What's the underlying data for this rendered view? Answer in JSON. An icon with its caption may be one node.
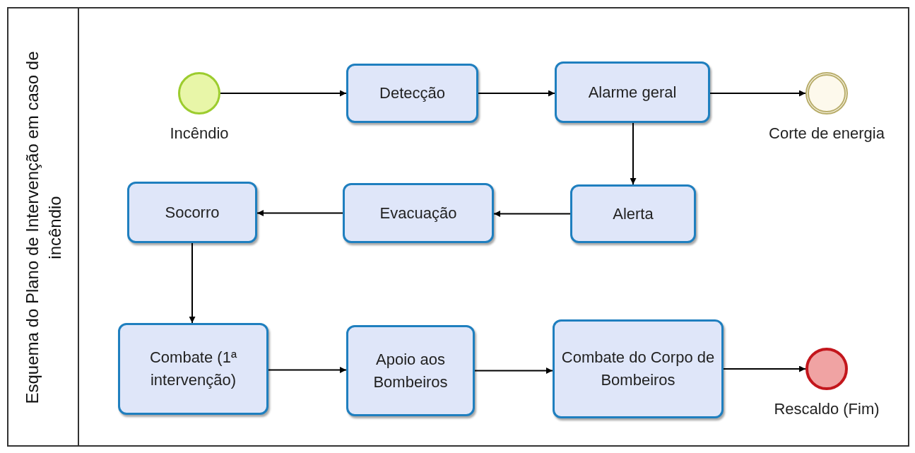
{
  "diagram": {
    "nodes": [
      {
        "text": [
          "Esquema do Plano de Intervenção em caso de incêndio"
        ]
      },
      {
        "text": [],
        "shape": "circle",
        "beside": [
          "Incêndio"
        ],
        "in": 0
      },
      {
        "text": [
          "Detecção"
        ],
        "in": 0
      },
      {
        "text": [
          "Alarme geral"
        ],
        "in": 0
      },
      {
        "text": [],
        "shape": "circle",
        "beside": [
          "Corte de energia"
        ],
        "in": 0
      },
      {
        "text": [
          "Socorro"
        ],
        "in": 0
      },
      {
        "text": [
          "Evacuação"
        ],
        "in": 0
      },
      {
        "text": [
          "Alerta"
        ],
        "in": 0
      },
      {
        "text": [
          "Combate (1ª intervenção)"
        ],
        "in": 0
      },
      {
        "text": [
          "Apoio aos Bombeiros"
        ],
        "in": 0
      },
      {
        "text": [
          "Combate do Corpo de Bombeiros"
        ],
        "in": 0
      },
      {
        "text": [],
        "shape": "circle",
        "beside": [
          "Rescaldo (Fim)"
        ],
        "in": 0
      }
    ],
    "edges": [
      {
        "from": 1,
        "to": 2,
        "arrow": "to"
      },
      {
        "from": 2,
        "to": 3,
        "arrow": "to"
      },
      {
        "from": 3,
        "to": 4,
        "arrow": "to"
      },
      {
        "from": 3,
        "to": 7,
        "arrow": "to"
      },
      {
        "from": 7,
        "to": 6,
        "arrow": "to"
      },
      {
        "from": 6,
        "to": 5,
        "arrow": "to"
      },
      {
        "from": 5,
        "to": 8,
        "arrow": "to"
      },
      {
        "from": 8,
        "to": 9,
        "arrow": "to"
      },
      {
        "from": 9,
        "to": 10,
        "arrow": "to"
      },
      {
        "from": 10,
        "to": 11,
        "arrow": "to"
      }
    ]
  }
}
